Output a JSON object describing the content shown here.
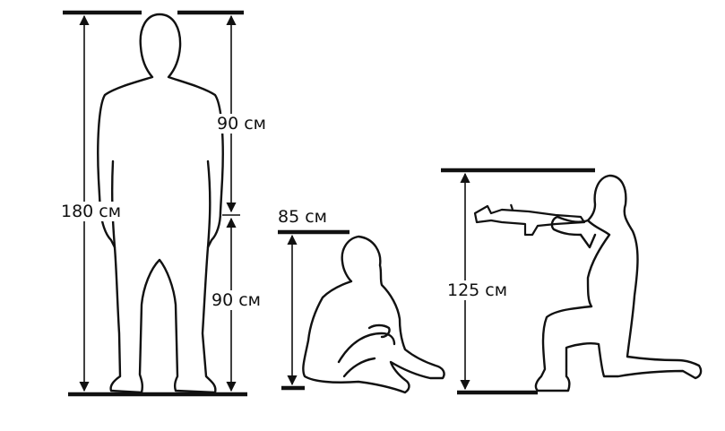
{
  "colors": {
    "ink": "#111111",
    "background": "#ffffff"
  },
  "standing": {
    "total_label": "180 см",
    "upper_label": "90 см",
    "lower_label": "90 см"
  },
  "sitting": {
    "height_label": "85 см"
  },
  "kneeling": {
    "height_label": "125 см"
  }
}
